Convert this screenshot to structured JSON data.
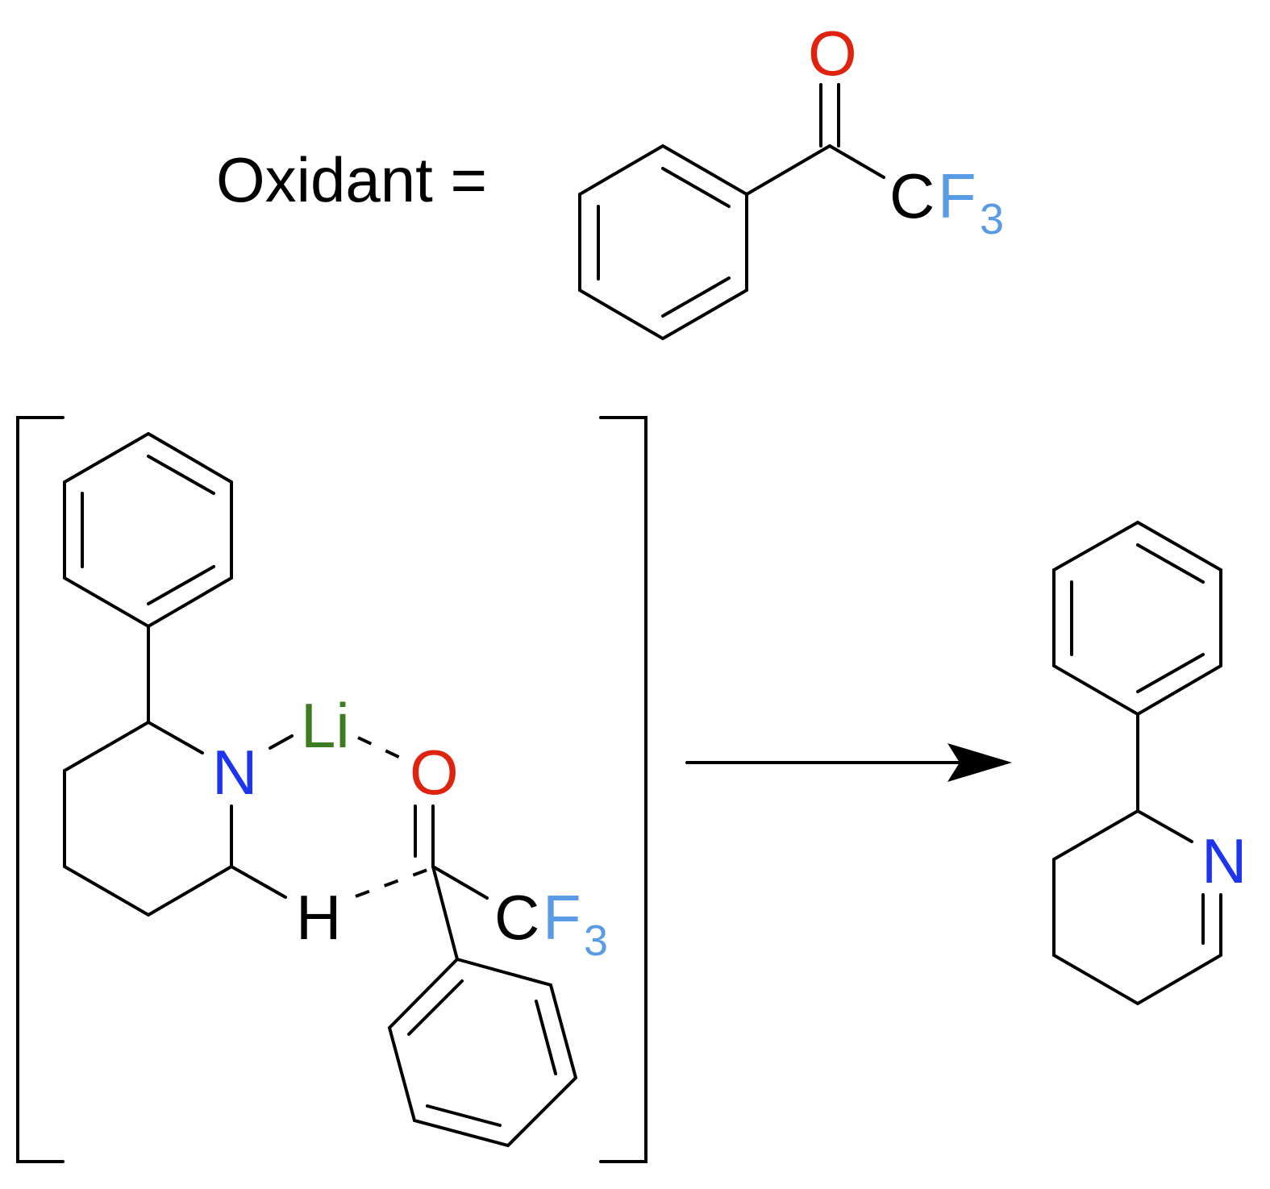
{
  "oxidant_label": "Oxidant =",
  "atoms": {
    "O": "O",
    "C": "C",
    "F": "F",
    "three": "3",
    "N": "N",
    "Li": "Li",
    "H": "H"
  },
  "colors": {
    "oxygen": "#e0230f",
    "fluorine": "#5a9be6",
    "nitrogen": "#1d35f0",
    "lithium": "#3f7b21",
    "bonds": "#000000"
  }
}
